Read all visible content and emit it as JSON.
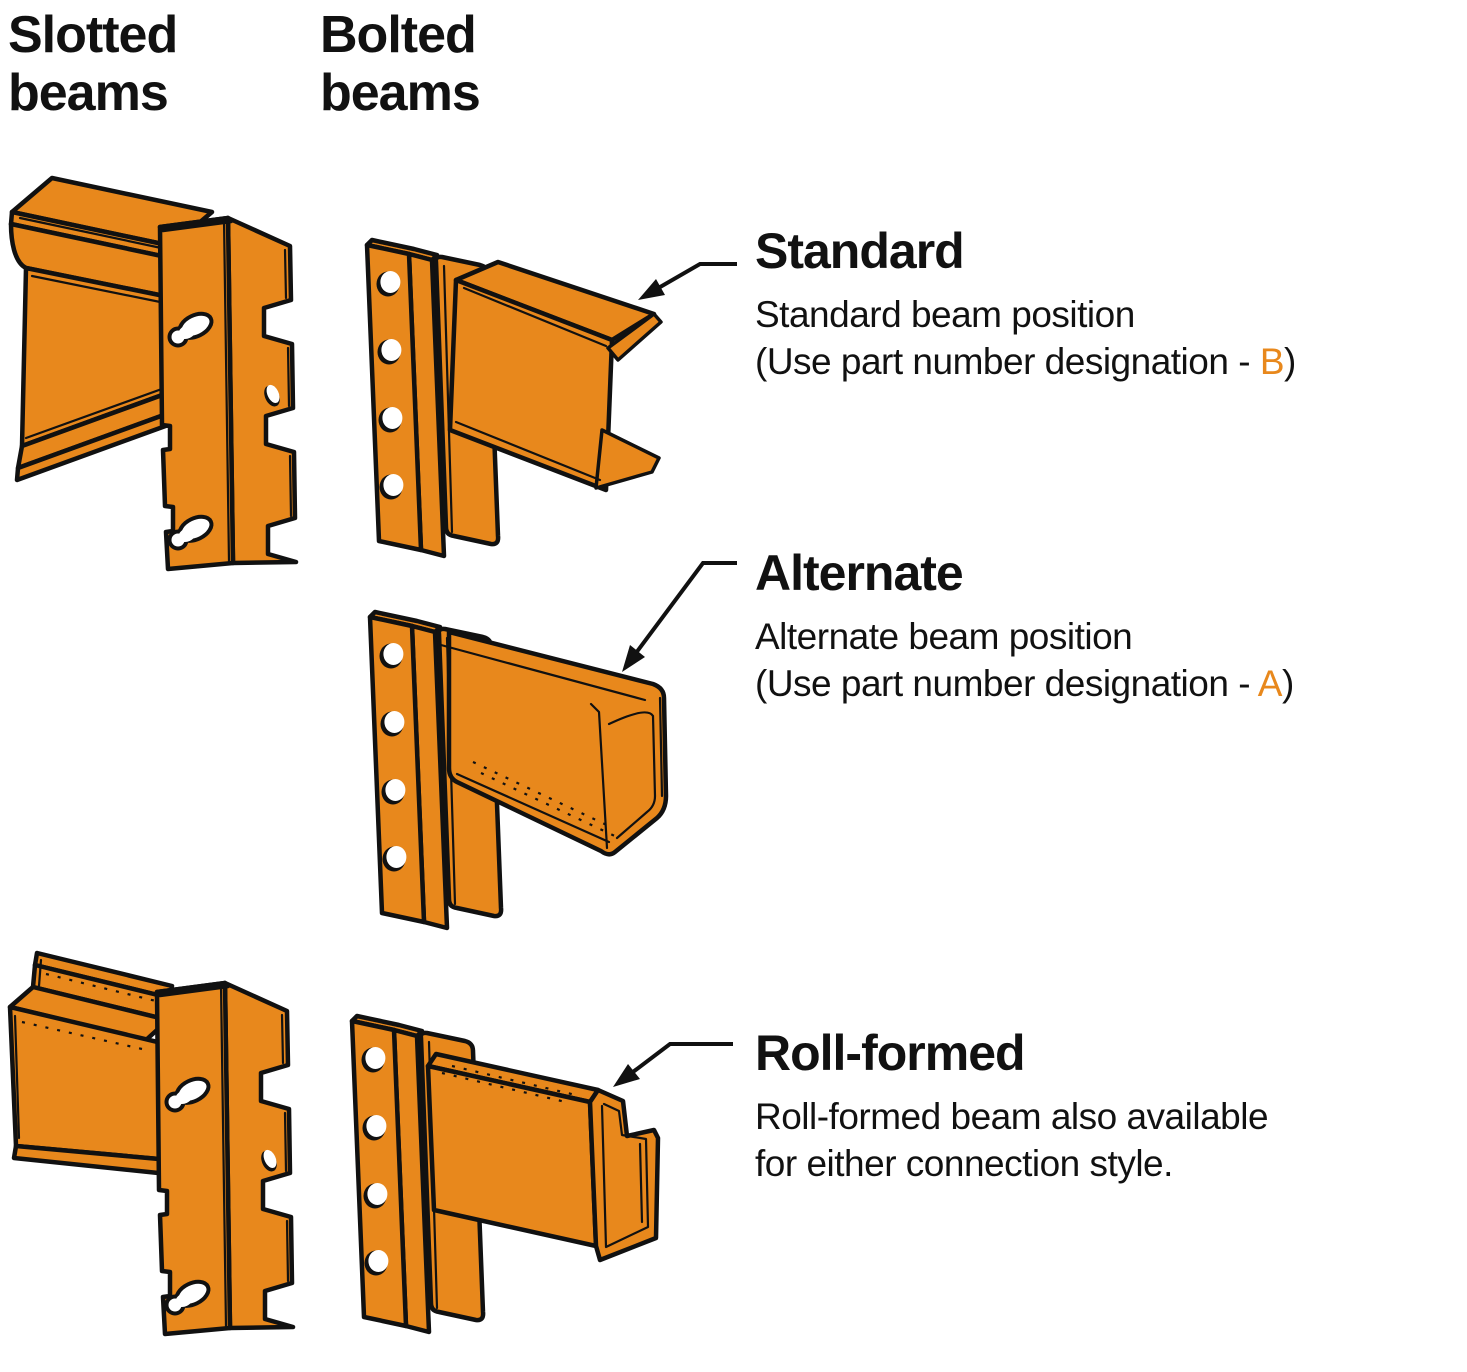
{
  "page": {
    "background": "#ffffff"
  },
  "colors": {
    "orange": "#E8881C",
    "ink": "#111111"
  },
  "column_headers": {
    "slotted": {
      "line1": "Slotted",
      "line2": "beams"
    },
    "bolted": {
      "line1": "Bolted",
      "line2": "beams"
    }
  },
  "sections": {
    "standard": {
      "heading": "Standard",
      "body_line1": "Standard beam position",
      "body_line2_prefix": "(Use part number designation - ",
      "designation": "B",
      "body_line2_suffix": ")"
    },
    "alternate": {
      "heading": "Alternate",
      "body_line1": "Alternate beam position",
      "body_line2_prefix": "(Use part number designation - ",
      "designation": "A",
      "body_line2_suffix": ")"
    },
    "roll_formed": {
      "heading": "Roll-formed",
      "body_line1": "Roll-formed beam also available",
      "body_line2": "for either connection style."
    }
  }
}
